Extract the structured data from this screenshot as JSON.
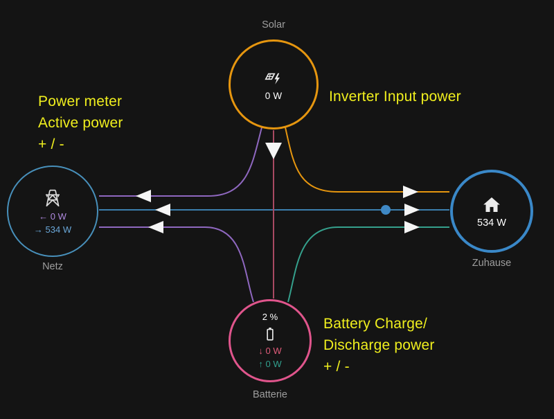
{
  "nodes": {
    "solar": {
      "label": "Solar",
      "value": "0 W"
    },
    "grid": {
      "label": "Netz",
      "export": "← 0 W",
      "import": "→ 534 W"
    },
    "home": {
      "label": "Zuhause",
      "value": "534 W"
    },
    "battery": {
      "label": "Batterie",
      "soc": "2 %",
      "charge": "↓ 0 W",
      "discharge": "↑ 0 W"
    }
  },
  "annotations": {
    "power_meter": {
      "line1": "Power meter",
      "line2": "Active power",
      "line3": "+ / -"
    },
    "inverter": {
      "text": "Inverter Input power"
    },
    "battery": {
      "line1": "Battery Charge/",
      "line2": "Discharge power",
      "line3": "+ / -"
    }
  },
  "colors": {
    "background": "#141414",
    "solar_orange": "#e6960f",
    "grid_border_blue": "#4890bb",
    "home_border_blue": "#3a88c8",
    "battery_pink": "#e0558c",
    "flow_purple": "#8f68c0",
    "flow_blue": "#3c7fae",
    "flow_teal": "#35a18d",
    "flow_red": "#a84a62",
    "annotation_yellow": "#f0ef1e",
    "label_gray": "#9e9e9e"
  }
}
